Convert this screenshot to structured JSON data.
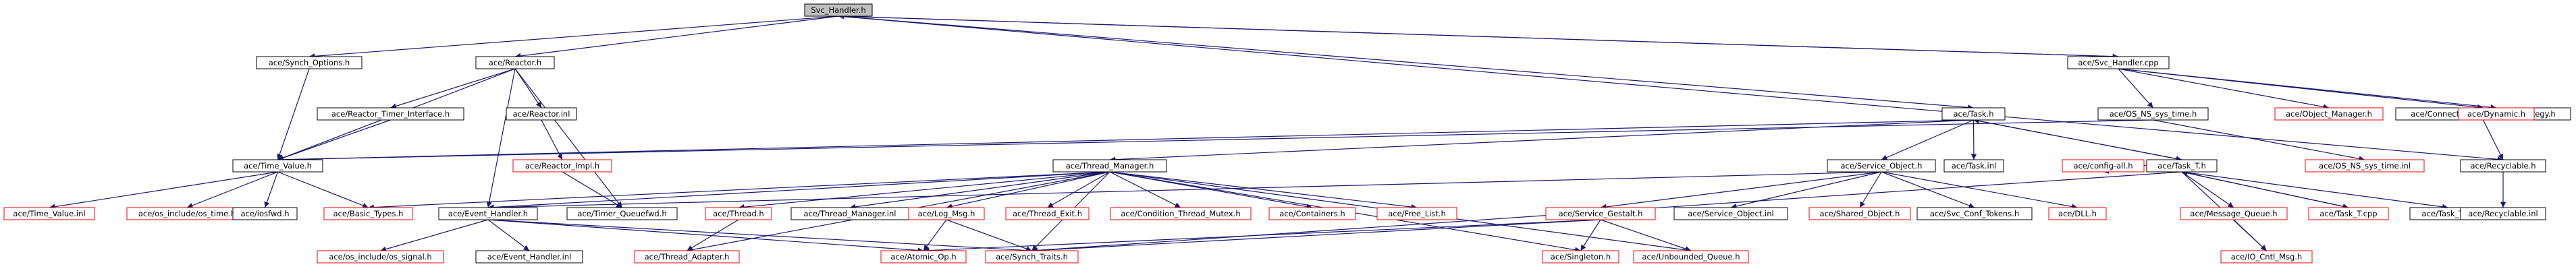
{
  "colors": {
    "edge": "#191970",
    "node_border_found": "#000000",
    "node_border_missing": "#ff0000",
    "node_fill": "#ffffff",
    "root_fill": "#bfbfbf",
    "text": "#000000"
  },
  "nodes": [
    {
      "id": "svc_handler_h",
      "label": "Svc_Handler.h",
      "kind": "root"
    },
    {
      "id": "synch_options_h",
      "label": "ace/Synch_Options.h",
      "kind": "found"
    },
    {
      "id": "reactor_h",
      "label": "ace/Reactor.h",
      "kind": "found"
    },
    {
      "id": "svc_handler_cpp",
      "label": "ace/Svc_Handler.cpp",
      "kind": "found"
    },
    {
      "id": "reactor_timer_interface_h",
      "label": "ace/Reactor_Timer_Interface.h",
      "kind": "found"
    },
    {
      "id": "reactor_inl",
      "label": "ace/Reactor.inl",
      "kind": "found"
    },
    {
      "id": "task_h",
      "label": "ace/Task.h",
      "kind": "found"
    },
    {
      "id": "os_ns_sys_time_h",
      "label": "ace/OS_NS_sys_time.h",
      "kind": "found"
    },
    {
      "id": "object_manager_h",
      "label": "ace/Object_Manager.h",
      "kind": "missing"
    },
    {
      "id": "connection_recycling_strategy_h",
      "label": "ace/Connection_Recycling_Strategy.h",
      "kind": "found"
    },
    {
      "id": "dynamic_h",
      "label": "ace/Dynamic.h",
      "kind": "missing"
    },
    {
      "id": "time_value_h",
      "label": "ace/Time_Value.h",
      "kind": "found"
    },
    {
      "id": "reactor_impl_h",
      "label": "ace/Reactor_Impl.h",
      "kind": "missing"
    },
    {
      "id": "thread_manager_h",
      "label": "ace/Thread_Manager.h",
      "kind": "found"
    },
    {
      "id": "service_object_h",
      "label": "ace/Service_Object.h",
      "kind": "found"
    },
    {
      "id": "task_inl",
      "label": "ace/Task.inl",
      "kind": "found"
    },
    {
      "id": "config_all_h",
      "label": "ace/config-all.h",
      "kind": "missing"
    },
    {
      "id": "task_t_h",
      "label": "ace/Task_T.h",
      "kind": "found"
    },
    {
      "id": "os_ns_sys_time_inl",
      "label": "ace/OS_NS_sys_time.inl",
      "kind": "missing"
    },
    {
      "id": "recyclable_h",
      "label": "ace/Recyclable.h",
      "kind": "found"
    },
    {
      "id": "time_value_inl",
      "label": "ace/Time_Value.inl",
      "kind": "missing"
    },
    {
      "id": "os_include_os_time_h",
      "label": "ace/os_include/os_time.h",
      "kind": "missing"
    },
    {
      "id": "iosfwd_h",
      "label": "ace/iosfwd.h",
      "kind": "found"
    },
    {
      "id": "basic_types_h",
      "label": "ace/Basic_Types.h",
      "kind": "missing"
    },
    {
      "id": "event_handler_h",
      "label": "ace/Event_Handler.h",
      "kind": "found"
    },
    {
      "id": "timer_queuefwd_h",
      "label": "ace/Timer_Queuefwd.h",
      "kind": "found"
    },
    {
      "id": "thread_h",
      "label": "ace/Thread.h",
      "kind": "missing"
    },
    {
      "id": "thread_manager_inl",
      "label": "ace/Thread_Manager.inl",
      "kind": "found"
    },
    {
      "id": "log_msg_h",
      "label": "ace/Log_Msg.h",
      "kind": "missing"
    },
    {
      "id": "thread_exit_h",
      "label": "ace/Thread_Exit.h",
      "kind": "missing"
    },
    {
      "id": "condition_thread_mutex_h",
      "label": "ace/Condition_Thread_Mutex.h",
      "kind": "missing"
    },
    {
      "id": "containers_h",
      "label": "ace/Containers.h",
      "kind": "missing"
    },
    {
      "id": "free_list_h",
      "label": "ace/Free_List.h",
      "kind": "missing"
    },
    {
      "id": "service_gestalt_h",
      "label": "ace/Service_Gestalt.h",
      "kind": "missing"
    },
    {
      "id": "service_object_inl",
      "label": "ace/Service_Object.inl",
      "kind": "found"
    },
    {
      "id": "shared_object_h",
      "label": "ace/Shared_Object.h",
      "kind": "missing"
    },
    {
      "id": "svc_conf_tokens_h",
      "label": "ace/Svc_Conf_Tokens.h",
      "kind": "found"
    },
    {
      "id": "dll_h",
      "label": "ace/DLL.h",
      "kind": "missing"
    },
    {
      "id": "message_queue_h",
      "label": "ace/Message_Queue.h",
      "kind": "missing"
    },
    {
      "id": "task_t_cpp",
      "label": "ace/Task_T.cpp",
      "kind": "missing"
    },
    {
      "id": "task_t_inl",
      "label": "ace/Task_T.inl",
      "kind": "found"
    },
    {
      "id": "recyclable_inl",
      "label": "ace/Recyclable.inl",
      "kind": "found"
    },
    {
      "id": "os_include_os_signal_h",
      "label": "ace/os_include/os_signal.h",
      "kind": "missing"
    },
    {
      "id": "event_handler_inl",
      "label": "ace/Event_Handler.inl",
      "kind": "found"
    },
    {
      "id": "thread_adapter_h",
      "label": "ace/Thread_Adapter.h",
      "kind": "missing"
    },
    {
      "id": "atomic_op_h",
      "label": "ace/Atomic_Op.h",
      "kind": "missing"
    },
    {
      "id": "synch_traits_h",
      "label": "ace/Synch_Traits.h",
      "kind": "missing"
    },
    {
      "id": "singleton_h",
      "label": "ace/Singleton.h",
      "kind": "missing"
    },
    {
      "id": "unbounded_queue_h",
      "label": "ace/Unbounded_Queue.h",
      "kind": "missing"
    },
    {
      "id": "io_cntl_msg_h",
      "label": "ace/IO_Cntl_Msg.h",
      "kind": "missing"
    }
  ],
  "edges": [
    [
      "svc_handler_h",
      "synch_options_h"
    ],
    [
      "svc_handler_h",
      "reactor_h"
    ],
    [
      "svc_handler_h",
      "svc_handler_cpp"
    ],
    [
      "svc_handler_h",
      "task_h"
    ],
    [
      "svc_handler_h",
      "recyclable_h"
    ],
    [
      "svc_handler_cpp",
      "svc_handler_h"
    ],
    [
      "svc_handler_cpp",
      "os_ns_sys_time_h"
    ],
    [
      "svc_handler_cpp",
      "object_manager_h"
    ],
    [
      "svc_handler_cpp",
      "connection_recycling_strategy_h"
    ],
    [
      "svc_handler_cpp",
      "dynamic_h"
    ],
    [
      "connection_recycling_strategy_h",
      "recyclable_h"
    ],
    [
      "synch_options_h",
      "time_value_h"
    ],
    [
      "reactor_h",
      "time_value_h"
    ],
    [
      "reactor_h",
      "reactor_timer_interface_h"
    ],
    [
      "reactor_h",
      "reactor_inl"
    ],
    [
      "reactor_h",
      "event_handler_h"
    ],
    [
      "reactor_h",
      "timer_queuefwd_h"
    ],
    [
      "reactor_timer_interface_h",
      "time_value_h"
    ],
    [
      "reactor_inl",
      "reactor_impl_h"
    ],
    [
      "reactor_impl_h",
      "timer_queuefwd_h"
    ],
    [
      "time_value_h",
      "time_value_inl"
    ],
    [
      "time_value_h",
      "os_include_os_time_h"
    ],
    [
      "time_value_h",
      "iosfwd_h"
    ],
    [
      "time_value_h",
      "basic_types_h"
    ],
    [
      "task_h",
      "time_value_h"
    ],
    [
      "task_h",
      "thread_manager_h"
    ],
    [
      "task_h",
      "service_object_h"
    ],
    [
      "task_h",
      "task_inl"
    ],
    [
      "task_h",
      "task_t_h"
    ],
    [
      "os_ns_sys_time_h",
      "os_ns_sys_time_inl"
    ],
    [
      "os_ns_sys_time_h",
      "time_value_h"
    ],
    [
      "thread_manager_h",
      "basic_types_h"
    ],
    [
      "thread_manager_h",
      "event_handler_h"
    ],
    [
      "thread_manager_h",
      "thread_h"
    ],
    [
      "thread_manager_h",
      "thread_manager_inl"
    ],
    [
      "thread_manager_h",
      "log_msg_h"
    ],
    [
      "thread_manager_h",
      "thread_exit_h"
    ],
    [
      "thread_manager_h",
      "condition_thread_mutex_h"
    ],
    [
      "thread_manager_h",
      "containers_h"
    ],
    [
      "thread_manager_h",
      "free_list_h"
    ],
    [
      "thread_manager_h",
      "thread_adapter_h"
    ],
    [
      "thread_manager_h",
      "synch_traits_h"
    ],
    [
      "thread_manager_h",
      "singleton_h"
    ],
    [
      "thread_manager_h",
      "unbounded_queue_h"
    ],
    [
      "service_object_h",
      "event_handler_h"
    ],
    [
      "service_object_h",
      "service_gestalt_h"
    ],
    [
      "service_object_h",
      "service_object_inl"
    ],
    [
      "service_object_h",
      "shared_object_h"
    ],
    [
      "service_object_h",
      "svc_conf_tokens_h"
    ],
    [
      "service_object_h",
      "dll_h"
    ],
    [
      "task_t_h",
      "task_h"
    ],
    [
      "task_t_h",
      "config_all_h"
    ],
    [
      "task_t_h",
      "message_queue_h"
    ],
    [
      "task_t_h",
      "task_t_cpp"
    ],
    [
      "task_t_h",
      "task_t_inl"
    ],
    [
      "task_t_h",
      "io_cntl_msg_h"
    ],
    [
      "task_t_h",
      "synch_traits_h"
    ],
    [
      "task_t_cpp",
      "task_t_h"
    ],
    [
      "message_queue_h",
      "io_cntl_msg_h"
    ],
    [
      "recyclable_h",
      "recyclable_inl"
    ],
    [
      "event_handler_h",
      "os_include_os_signal_h"
    ],
    [
      "event_handler_h",
      "event_handler_inl"
    ],
    [
      "event_handler_h",
      "atomic_op_h"
    ],
    [
      "event_handler_h",
      "synch_traits_h"
    ],
    [
      "thread_h",
      "thread_adapter_h"
    ],
    [
      "log_msg_h",
      "atomic_op_h"
    ],
    [
      "log_msg_h",
      "synch_traits_h"
    ],
    [
      "service_gestalt_h",
      "atomic_op_h"
    ],
    [
      "service_gestalt_h",
      "synch_traits_h"
    ],
    [
      "service_gestalt_h",
      "singleton_h"
    ],
    [
      "service_gestalt_h",
      "unbounded_queue_h"
    ]
  ]
}
